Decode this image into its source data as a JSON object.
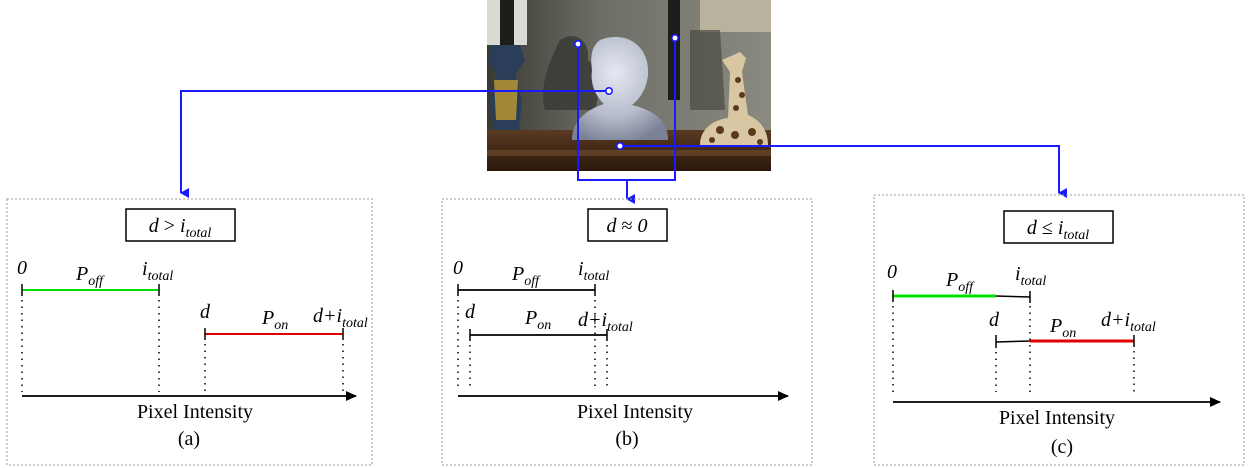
{
  "photo": {
    "description_icon": "photo-scene-icon"
  },
  "colors": {
    "leader": "#1a1aff",
    "p_off": "#00e000",
    "p_on": "#e00000",
    "line": "#000000",
    "panel_border": "#9a9a9a"
  },
  "panels": [
    {
      "id": "a",
      "condition": {
        "lhs": "d",
        "op": ">",
        "rhs": "i",
        "rhs_sub": "total"
      },
      "p_off": {
        "main": "P",
        "sub": "off"
      },
      "p_on": {
        "main": "P",
        "sub": "on"
      },
      "zero": "0",
      "i_main": "i",
      "i_sub": "total",
      "d": "d",
      "d_plus": "d+",
      "axis_label": "Pixel Intensity",
      "caption": "(a)"
    },
    {
      "id": "b",
      "condition": {
        "lhs": "d",
        "op": "≈",
        "rhs": "0",
        "rhs_sub": ""
      },
      "p_off": {
        "main": "P",
        "sub": "off"
      },
      "p_on": {
        "main": "P",
        "sub": "on"
      },
      "zero": "0",
      "i_main": "i",
      "i_sub": "total",
      "d": "d",
      "d_plus": "d+",
      "axis_label": "Pixel Intensity",
      "caption": "(b)"
    },
    {
      "id": "c",
      "condition": {
        "lhs": "d",
        "op": "≤",
        "rhs": "i",
        "rhs_sub": "total"
      },
      "p_off": {
        "main": "P",
        "sub": "off"
      },
      "p_on": {
        "main": "P",
        "sub": "on"
      },
      "zero": "0",
      "i_main": "i",
      "i_sub": "total",
      "d": "d",
      "d_plus": "d+",
      "axis_label": "Pixel Intensity",
      "caption": "(c)"
    }
  ]
}
